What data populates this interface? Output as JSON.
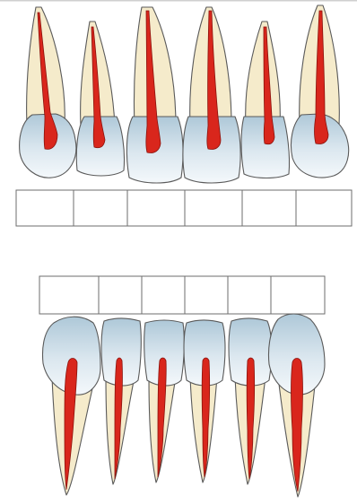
{
  "diagram": {
    "upper_arch": {
      "teeth": [
        {
          "name": "tooth-upper-1"
        },
        {
          "name": "tooth-upper-2"
        },
        {
          "name": "tooth-upper-3"
        },
        {
          "name": "tooth-upper-4"
        },
        {
          "name": "tooth-upper-5"
        },
        {
          "name": "tooth-upper-6"
        }
      ],
      "label_cells": [
        "",
        "",
        "",
        "",
        "",
        ""
      ]
    },
    "lower_arch": {
      "teeth": [
        {
          "name": "tooth-lower-1"
        },
        {
          "name": "tooth-lower-2"
        },
        {
          "name": "tooth-lower-3"
        },
        {
          "name": "tooth-lower-4"
        },
        {
          "name": "tooth-lower-5"
        },
        {
          "name": "tooth-lower-6"
        }
      ],
      "label_cells": [
        "",
        "",
        "",
        "",
        "",
        ""
      ]
    },
    "colors": {
      "root": "#f5ebcb",
      "enamel": "#c9dbe6",
      "pulp": "#d9261c",
      "outline": "#5a5a5a"
    }
  }
}
